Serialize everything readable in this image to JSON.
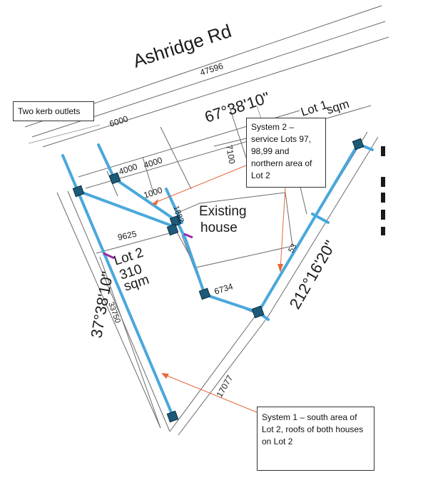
{
  "street": {
    "name": "Ashridge Rd"
  },
  "dimensions": {
    "frontage_long": "47596",
    "frontage_short": "6000",
    "bearing_north": "67°38'10\"",
    "bearing_east": "212°16'20\"",
    "bearing_west": "37°38'10\"",
    "depth_east": "7100",
    "seg_4000_a": "4000",
    "seg_4000_b": "4000",
    "seg_1000": "1000",
    "seg_1882": "1882",
    "seg_9625": "9625",
    "seg_6734": "6734",
    "seg_3750": "33750",
    "seg_53": "53",
    "seg_7077": "17077"
  },
  "lots": {
    "lot1_title": "Lot 1",
    "lot1_area": "sqm",
    "lot2_title": "Lot 2",
    "lot2_area": "310",
    "lot2_unit": "sqm"
  },
  "building": {
    "line1": "Existing",
    "line2": "house"
  },
  "callouts": {
    "kerb": "Two kerb outlets",
    "system2": "System 2 – service Lots 97, 98,99 and northern area of Lot 2",
    "system1": "System 1 – south area of Lot 2, roofs of both houses on Lot 2"
  },
  "colors": {
    "pipe": "#4aa8dc",
    "pit": "#1d5a78",
    "arrow": "#e5693a",
    "outlet_marker": "#9a2aa8"
  }
}
